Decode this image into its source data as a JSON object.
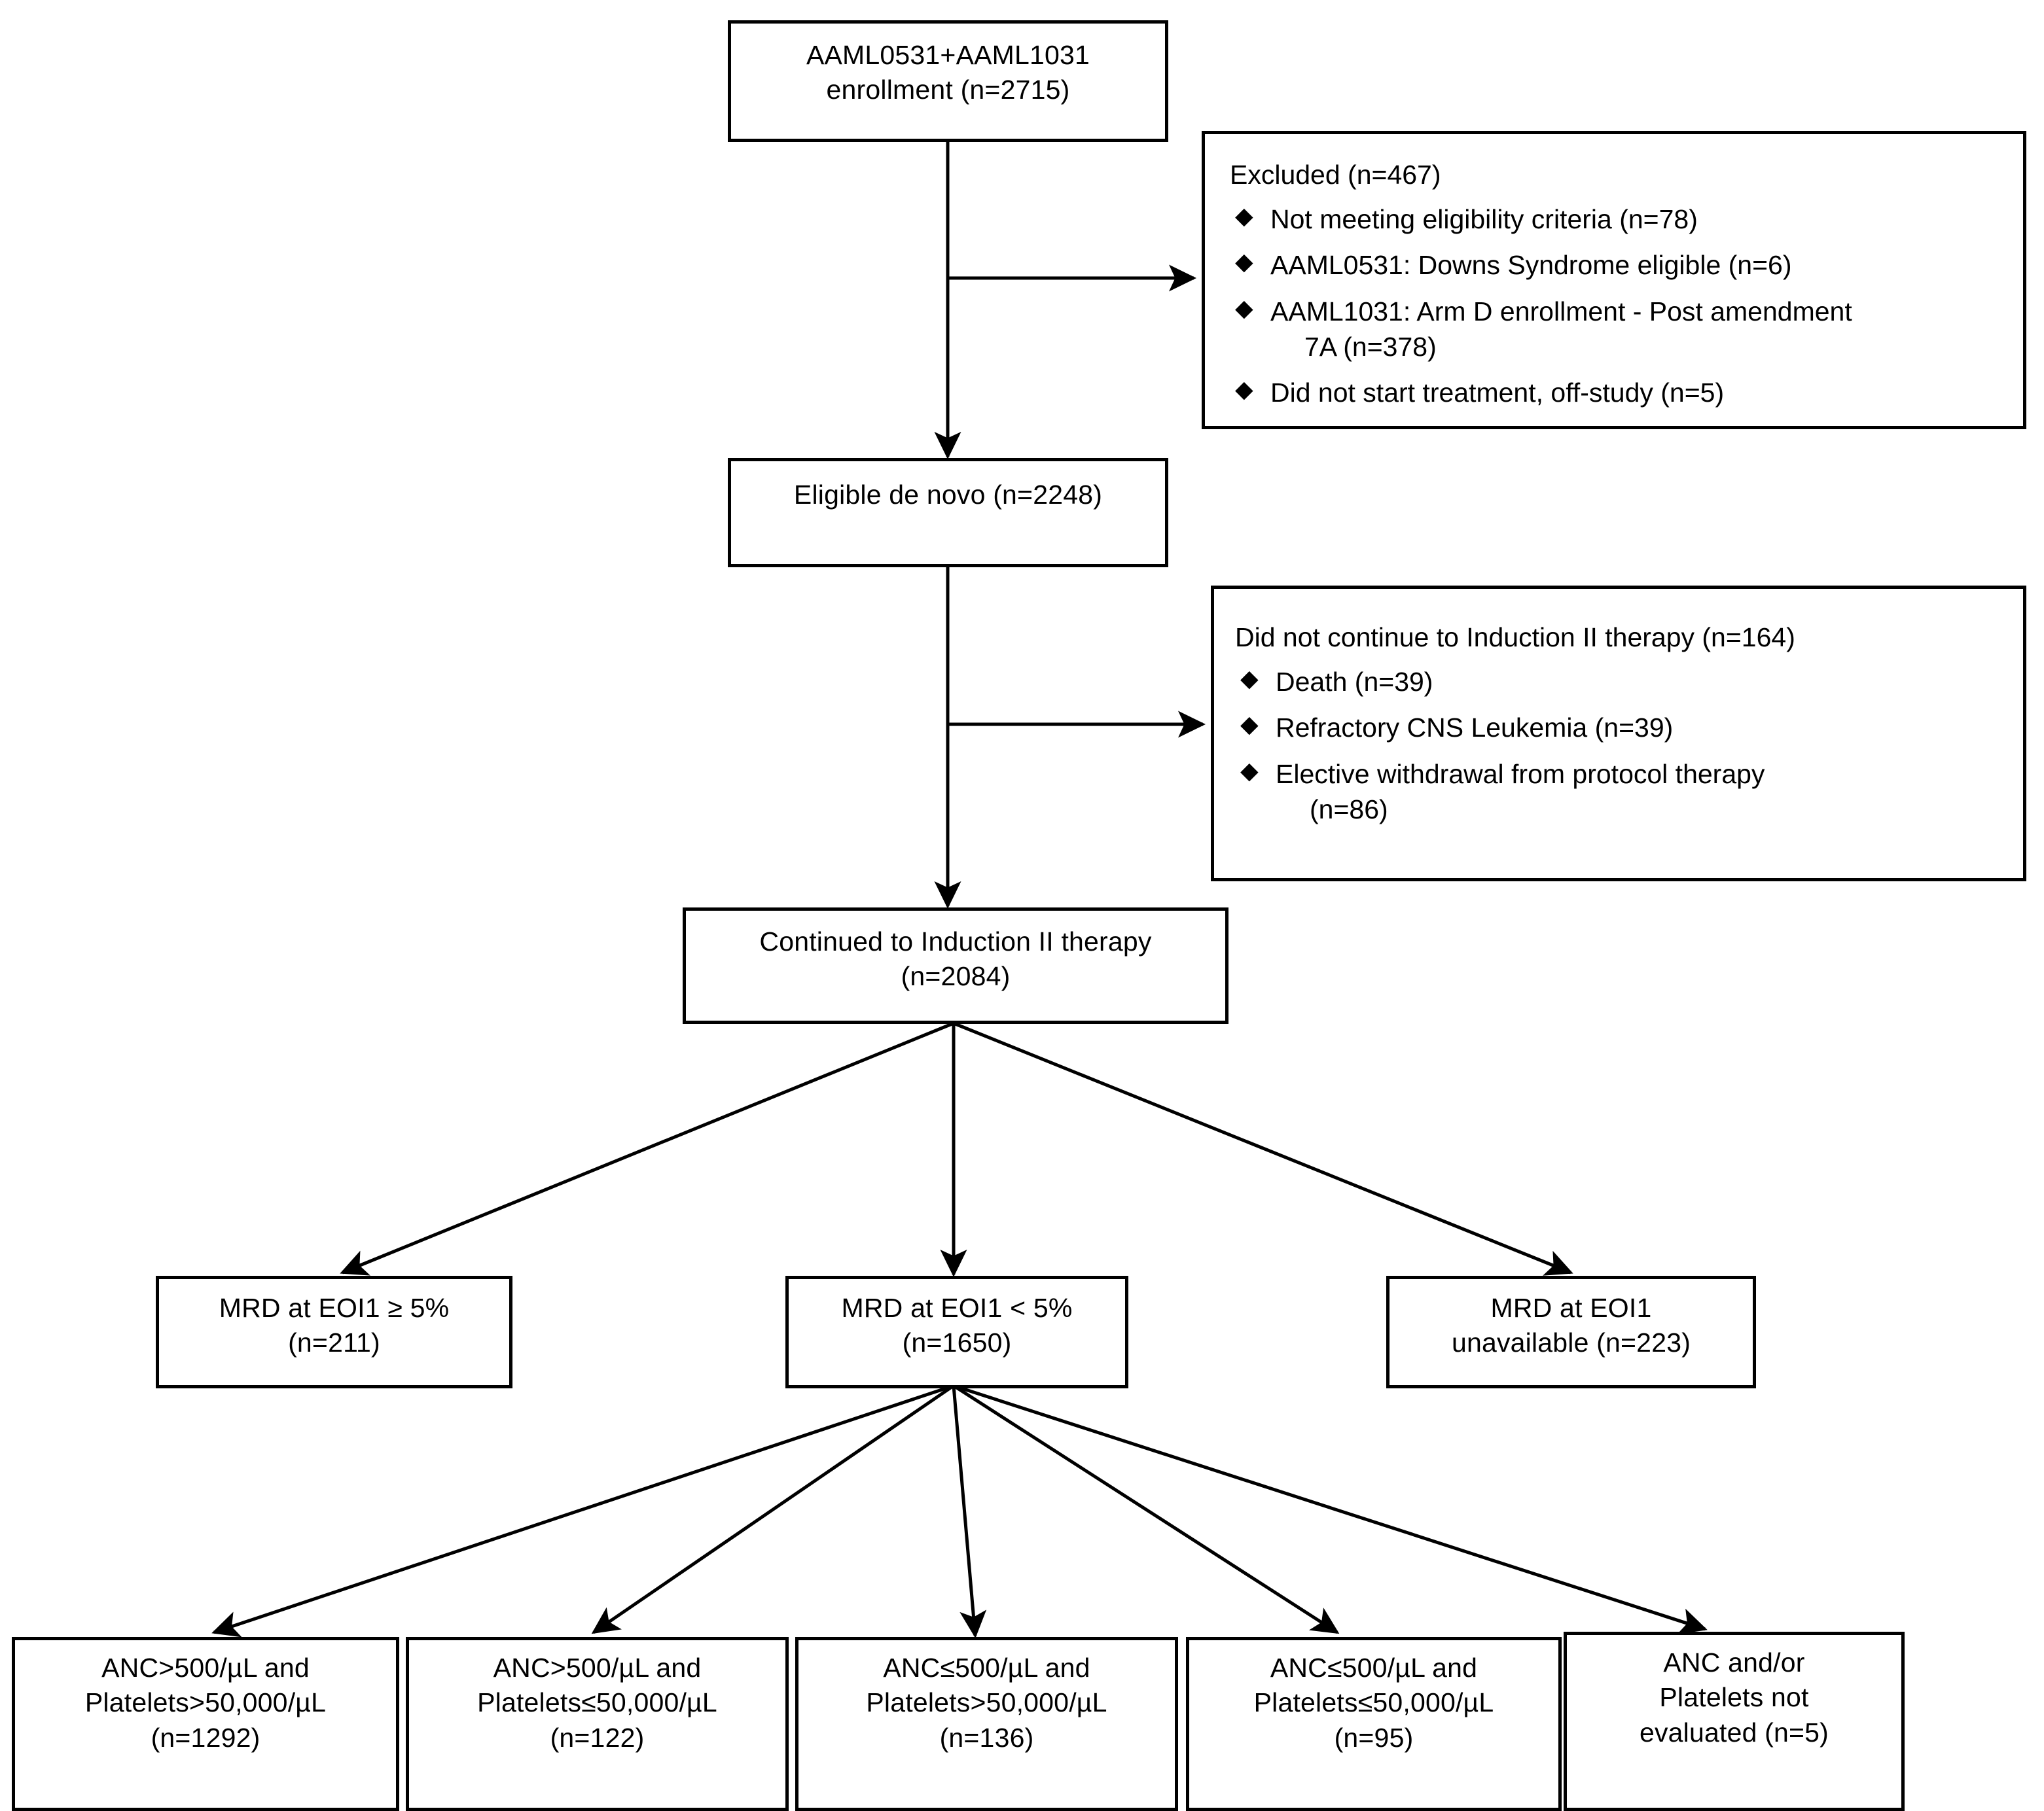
{
  "diagram": {
    "type": "consort-flow-diagram",
    "title": "AAML0531+AAML1031 patient flow"
  },
  "nodes": {
    "enrollment": {
      "lines": [
        "AAML0531+AAML1031",
        "enrollment (n=2715)"
      ],
      "n": 2715
    },
    "excluded": {
      "title": "Excluded (n=467)",
      "n": 467,
      "items": [
        {
          "text": "Not meeting eligibility criteria (n=78)",
          "cont": "",
          "n": 78
        },
        {
          "text": "AAML0531: Downs Syndrome eligible (n=6)",
          "cont": "",
          "n": 6
        },
        {
          "text": "AAML1031: Arm D enrollment - Post amendment",
          "cont": "7A (n=378)",
          "n": 378
        },
        {
          "text": "Did not start treatment, off-study (n=5)",
          "cont": "",
          "n": 5
        }
      ]
    },
    "eligible": {
      "lines": [
        "Eligible de novo (n=2248)"
      ],
      "n": 2248
    },
    "discontinued": {
      "title": "Did not continue to Induction II therapy (n=164)",
      "n": 164,
      "items": [
        {
          "text": "Death (n=39)",
          "cont": "",
          "n": 39
        },
        {
          "text": "Refractory CNS Leukemia (n=39)",
          "cont": "",
          "n": 39
        },
        {
          "text": "Elective withdrawal from protocol therapy",
          "cont": "(n=86)",
          "n": 86
        }
      ]
    },
    "continued": {
      "lines": [
        "Continued to Induction II therapy",
        "(n=2084)"
      ],
      "n": 2084
    },
    "mrd_high": {
      "lines": [
        "MRD at EOI1 ≥ 5%",
        "(n=211)"
      ],
      "n": 211
    },
    "mrd_low": {
      "lines": [
        "MRD at EOI1 < 5%",
        "(n=1650)"
      ],
      "n": 1650
    },
    "mrd_unavailable": {
      "lines": [
        "MRD at EOI1",
        "unavailable (n=223)"
      ],
      "n": 223
    },
    "group1": {
      "lines": [
        "ANC>500/µL and",
        "Platelets>50,000/µL",
        "(n=1292)"
      ],
      "n": 1292
    },
    "group2": {
      "lines": [
        "ANC>500/µL and",
        "Platelets≤50,000/µL",
        "(n=122)"
      ],
      "n": 122
    },
    "group3": {
      "lines": [
        "ANC≤500/µL and",
        "Platelets>50,000/µL",
        "(n=136)"
      ],
      "n": 136
    },
    "group4": {
      "lines": [
        "ANC≤500/µL and",
        "Platelets≤50,000/µL",
        "(n=95)"
      ],
      "n": 95
    },
    "group5": {
      "lines": [
        "ANC and/or",
        "Platelets not",
        "evaluated (n=5)"
      ],
      "n": 5
    }
  },
  "colors": {
    "stroke": "#000000",
    "fill": "#ffffff",
    "text": "#000000"
  }
}
